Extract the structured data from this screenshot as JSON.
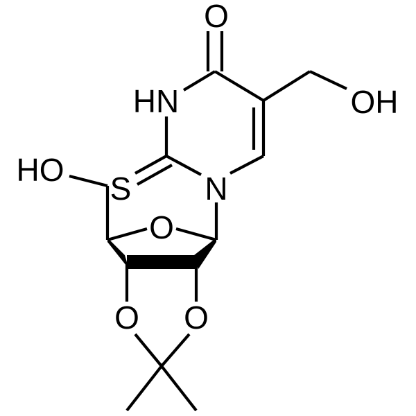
{
  "atoms": {
    "carbonyl_oxygen": "O",
    "ring_nh": "HN",
    "hydroxymethyl_oh": "OH",
    "thio_sulfur": "S",
    "ring_nitrogen": "N",
    "hydroxyl_ho": "HO",
    "ribose_oxygen": "O",
    "dioxolane_oxygen_left": "O",
    "dioxolane_oxygen_right": "O"
  },
  "colors": {
    "bond": "#000000",
    "background": "#ffffff"
  }
}
